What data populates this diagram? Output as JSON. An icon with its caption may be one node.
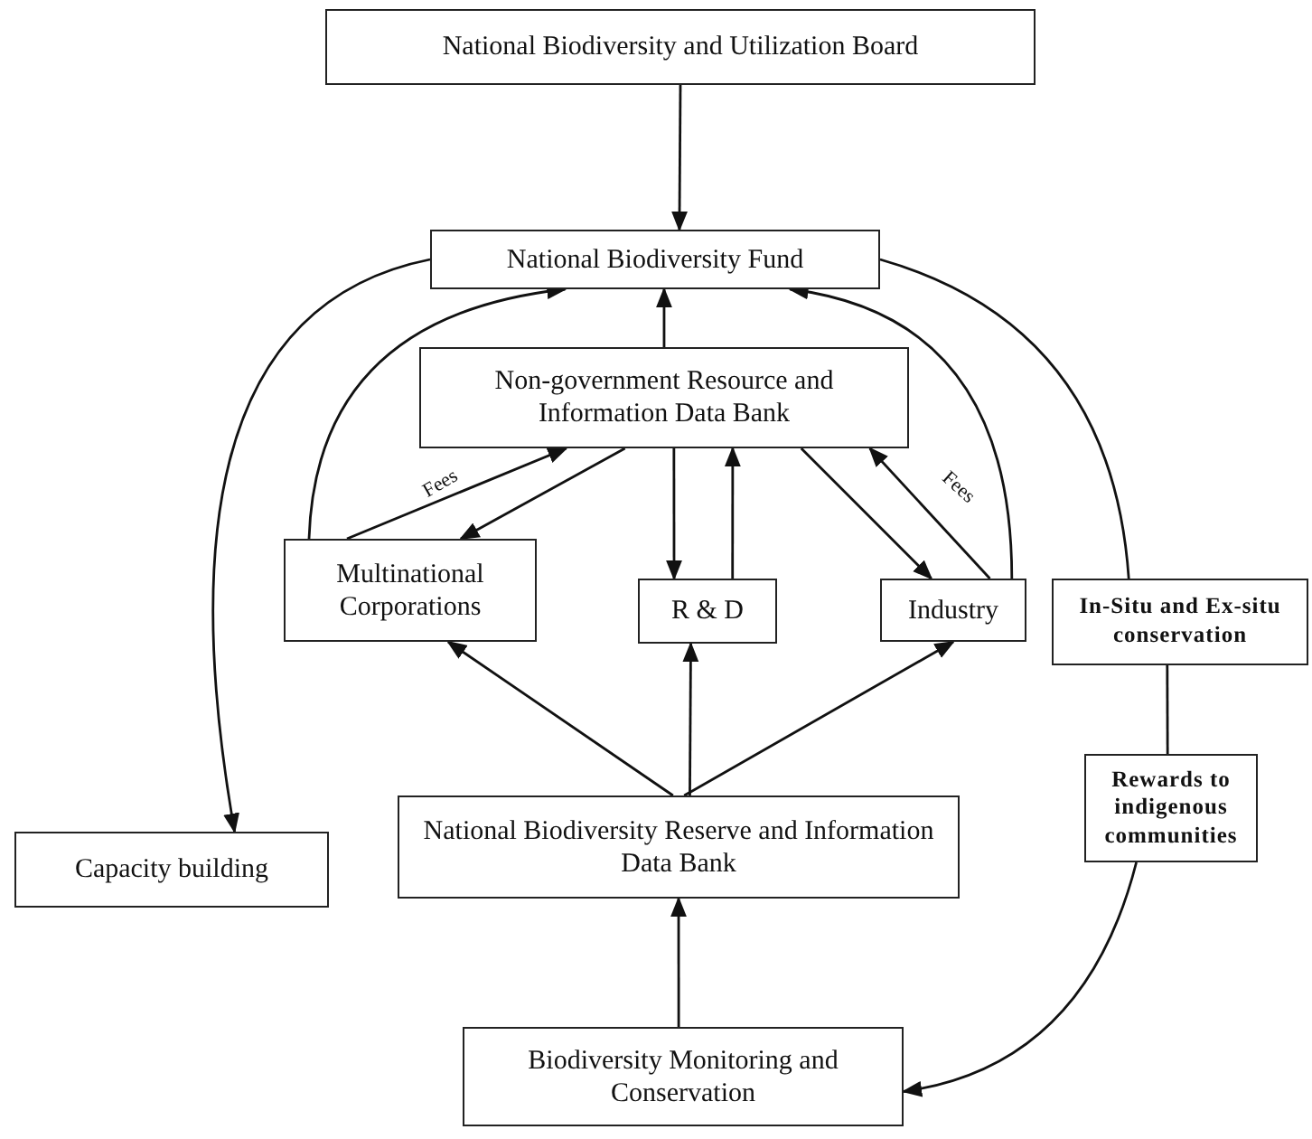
{
  "diagram": {
    "nodes": [
      {
        "text": [
          "National Biodiversity and Utilization Board"
        ]
      },
      {
        "text": [
          "National Biodiversity Fund"
        ]
      },
      {
        "text": [
          "Non-government Resource and Information Data Bank"
        ]
      },
      {
        "text": [
          "Multinational Corporations"
        ]
      },
      {
        "text": [
          "R & D"
        ]
      },
      {
        "text": [
          "Industry"
        ]
      },
      {
        "text": [
          "In-Situ and Ex-situ conservation"
        ]
      },
      {
        "text": [
          "Capacity building"
        ]
      },
      {
        "text": [
          "National Biodiversity Reserve and Information Data Bank"
        ]
      },
      {
        "text": [
          "Rewards to indigenous communities"
        ]
      },
      {
        "text": [
          "Biodiversity Monitoring and Conservation"
        ]
      }
    ],
    "edges": [
      {
        "from": 0,
        "to": 1,
        "arrow": "to"
      },
      {
        "from": 2,
        "to": 1,
        "arrow": "to"
      },
      {
        "from": 3,
        "to": 1,
        "arrow": "to"
      },
      {
        "from": 5,
        "to": 1,
        "arrow": "to"
      },
      {
        "from": 1,
        "to": 7,
        "arrow": "to"
      },
      {
        "from": 1,
        "to": 6,
        "arrow": "none"
      },
      {
        "from": 6,
        "to": 9,
        "arrow": "none"
      },
      {
        "from": 9,
        "to": 10,
        "arrow": "to"
      },
      {
        "from": 3,
        "to": 2,
        "arrow": "to",
        "label": "Fees"
      },
      {
        "from": 2,
        "to": 3,
        "arrow": "to"
      },
      {
        "from": 2,
        "to": 4,
        "arrow": "to"
      },
      {
        "from": 4,
        "to": 2,
        "arrow": "to"
      },
      {
        "from": 2,
        "to": 5,
        "arrow": "to"
      },
      {
        "from": 5,
        "to": 2,
        "arrow": "to",
        "label": "Fees"
      },
      {
        "from": 8,
        "to": 3,
        "arrow": "to"
      },
      {
        "from": 8,
        "to": 4,
        "arrow": "to"
      },
      {
        "from": 8,
        "to": 5,
        "arrow": "to"
      },
      {
        "from": 10,
        "to": 8,
        "arrow": "to"
      }
    ]
  }
}
